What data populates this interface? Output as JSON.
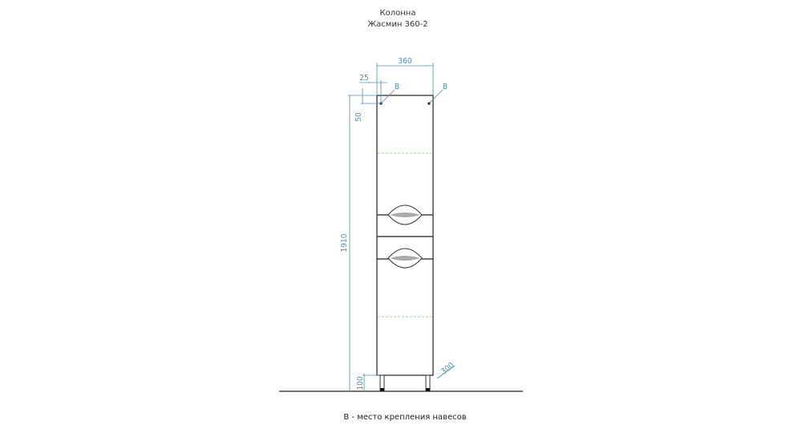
{
  "title": {
    "line1": "Колонна",
    "line2": "Жасмин 360-2"
  },
  "dimensions": {
    "width": "360",
    "offset_x": "25",
    "offset_y": "50",
    "height": "1910",
    "leg_height": "100",
    "depth": "300"
  },
  "markers": {
    "left": "B",
    "right": "B"
  },
  "note": "B - место крепления навесов",
  "colors": {
    "dimension": "#4a90c0",
    "outline": "#222222",
    "shelf": "#9fd39f"
  }
}
